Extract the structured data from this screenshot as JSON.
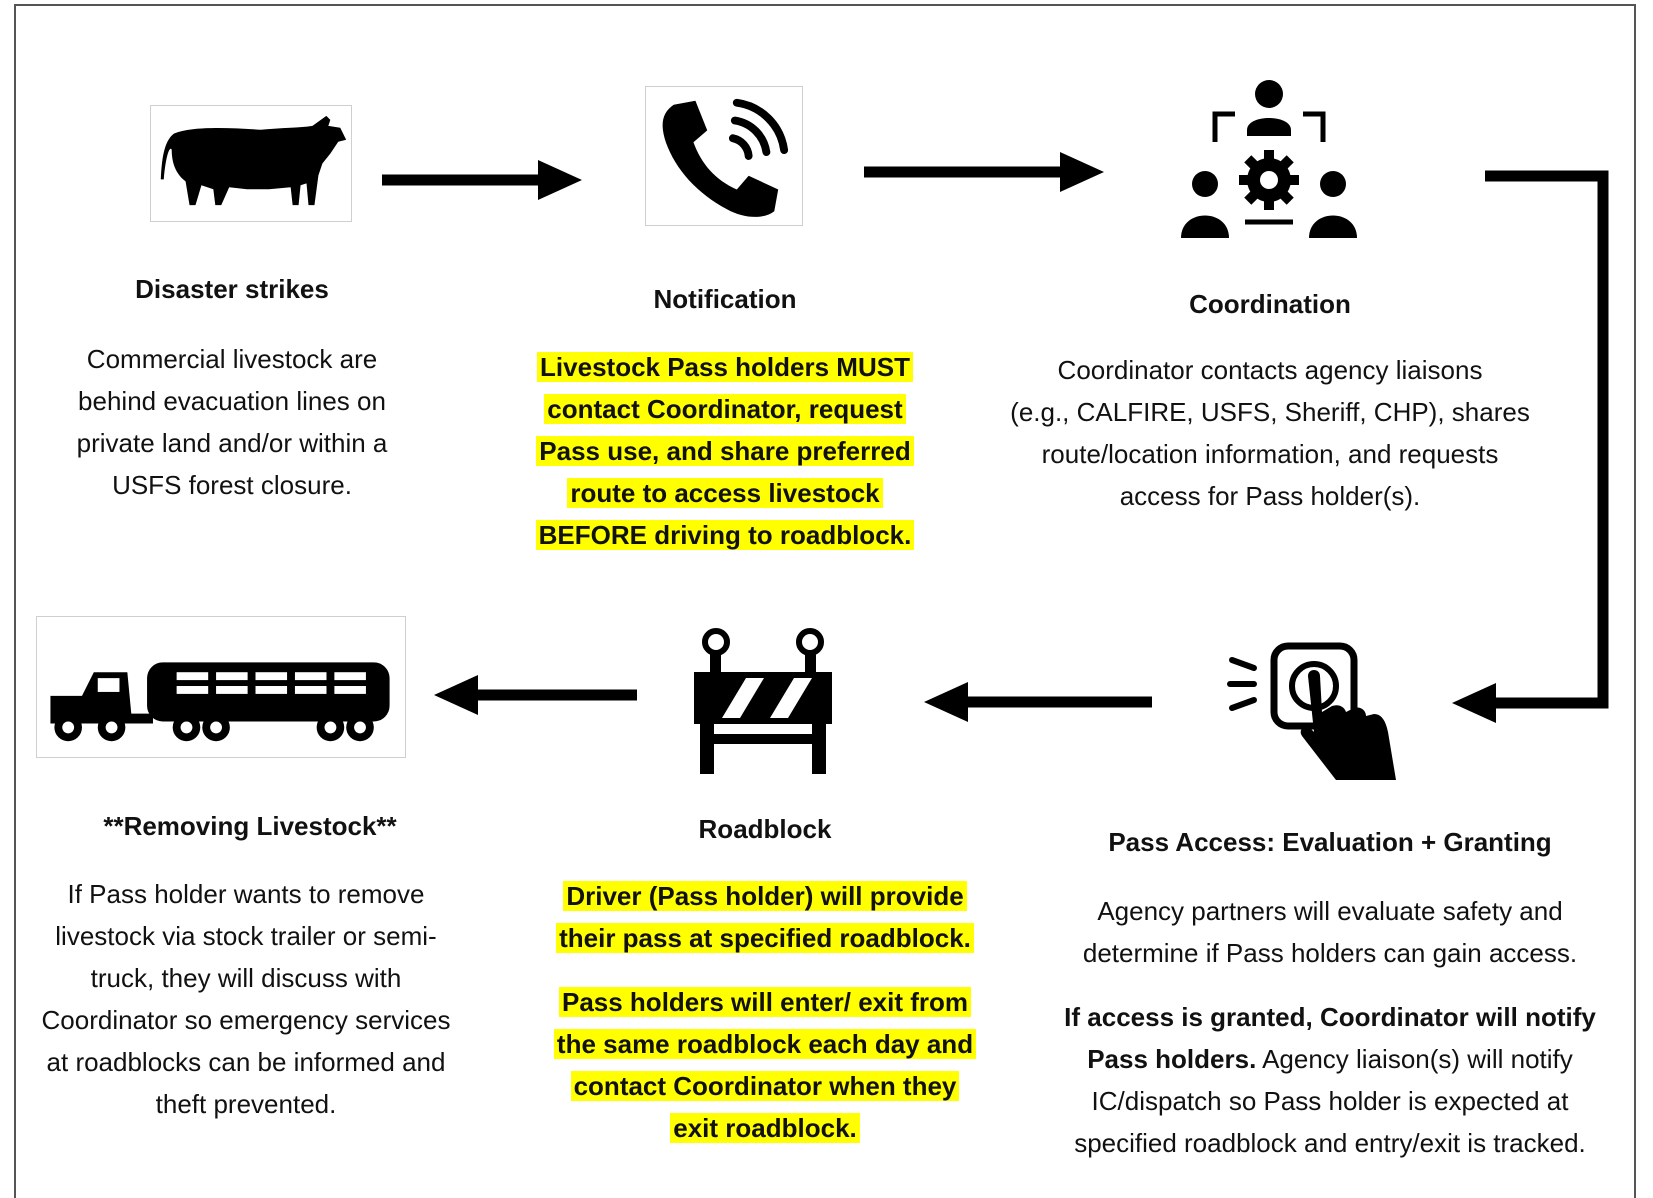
{
  "steps": {
    "disaster": {
      "title": "Disaster strikes",
      "lines": [
        "Commercial livestock are",
        "behind evacuation lines on",
        "private land and/or within a",
        "USFS forest closure."
      ]
    },
    "notification": {
      "title": "Notification",
      "highlight_lines": [
        "Livestock Pass holders MUST",
        "contact Coordinator, request",
        "Pass use, and share preferred",
        "route to access livestock",
        "BEFORE driving to roadblock."
      ]
    },
    "coordination": {
      "title": "Coordination",
      "lines": [
        "Coordinator contacts agency liaisons",
        "(e.g., CALFIRE, USFS, Sheriff, CHP), shares",
        "route/location information, and requests",
        "access for Pass holder(s)."
      ]
    },
    "pass_access": {
      "title": "Pass Access: Evaluation + Granting",
      "lines": [
        "Agency partners will evaluate safety and",
        "determine if Pass holders can gain access."
      ],
      "bold_lead_1": "If access is granted, Coordinator will notify",
      "bold_lead_2": "Pass holders.",
      "rest_line_2": " Agency liaison(s) will notify",
      "rest_lines": [
        "IC/dispatch so Pass holder is expected at",
        "specified roadblock and entry/exit is tracked."
      ]
    },
    "roadblock": {
      "title": "Roadblock",
      "highlight_block_1": [
        "Driver (Pass holder) will provide",
        "their pass at specified roadblock."
      ],
      "highlight_block_2": [
        "Pass holders will enter/ exit from",
        "the same roadblock each day and",
        "contact Coordinator when they",
        "exit roadblock."
      ]
    },
    "removing": {
      "title": "**Removing Livestock**",
      "lines": [
        "If Pass holder wants to remove",
        "livestock via stock trailer or semi-",
        "truck, they will discuss with",
        "Coordinator so emergency services",
        "at roadblocks can be informed and",
        "theft prevented."
      ]
    }
  },
  "icons": {
    "disaster": "cow-icon",
    "notification": "phone-ringing-icon",
    "coordination": "team-gear-icon",
    "pass_access": "touch-press-icon",
    "roadblock": "barricade-icon",
    "removing": "livestock-truck-icon"
  },
  "colors": {
    "highlight": "#ffff00",
    "ink": "#000000"
  }
}
